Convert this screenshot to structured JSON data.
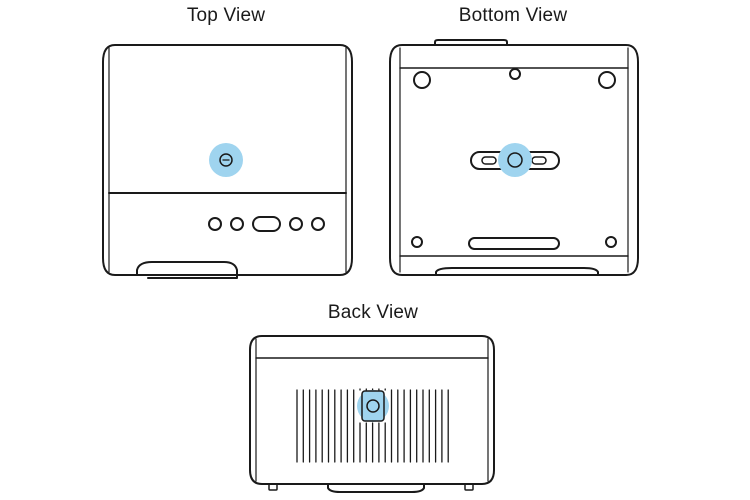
{
  "views": {
    "top": {
      "title": "Top View"
    },
    "bottom": {
      "title": "Bottom View"
    },
    "back": {
      "title": "Back View"
    }
  },
  "colors": {
    "outline": "#1a1a1a",
    "highlight": "#9fd4ef",
    "background": "#ffffff"
  }
}
